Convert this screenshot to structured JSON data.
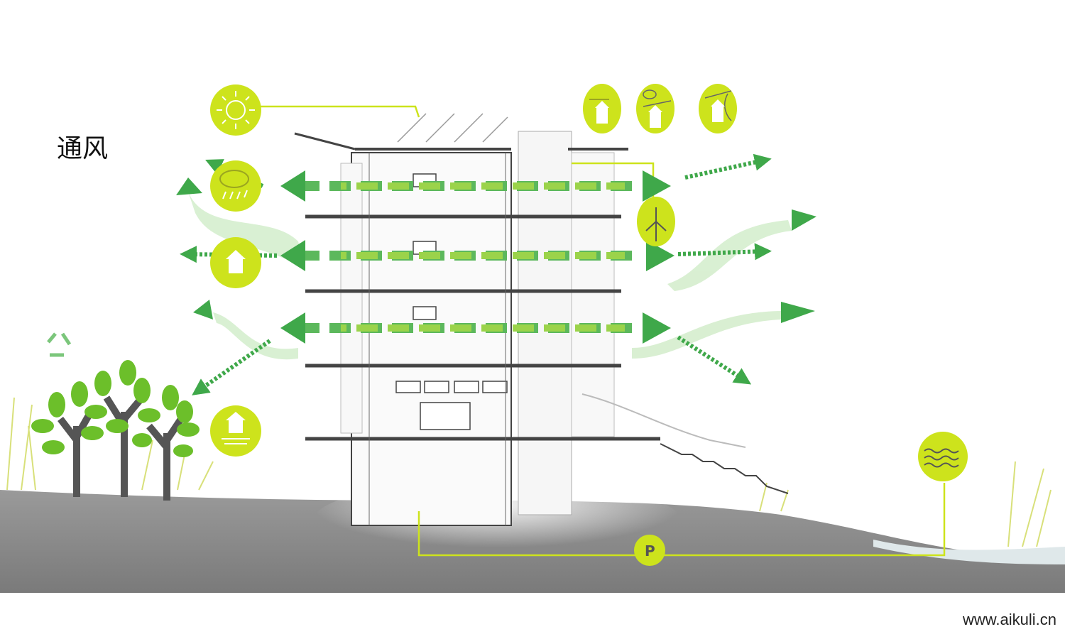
{
  "title": "通风",
  "watermark": "www.aikuli.cn",
  "pump_label": "P",
  "colors": {
    "lime": "#cde31c",
    "arrow_dark": "#3fa84a",
    "arrow_light": "#8fcf3c",
    "ground": "#8c8c8c",
    "water": "#dfe8ea"
  },
  "icons": [
    "sun-icon",
    "rain-cloud-icon",
    "water-tank-icon",
    "water-tank-ground-icon",
    "solar-house-icon",
    "cloud-house-icon",
    "wind-house-icon",
    "wind-turbine-icon",
    "water-waves-icon",
    "recycle-icon",
    "pump-icon"
  ]
}
